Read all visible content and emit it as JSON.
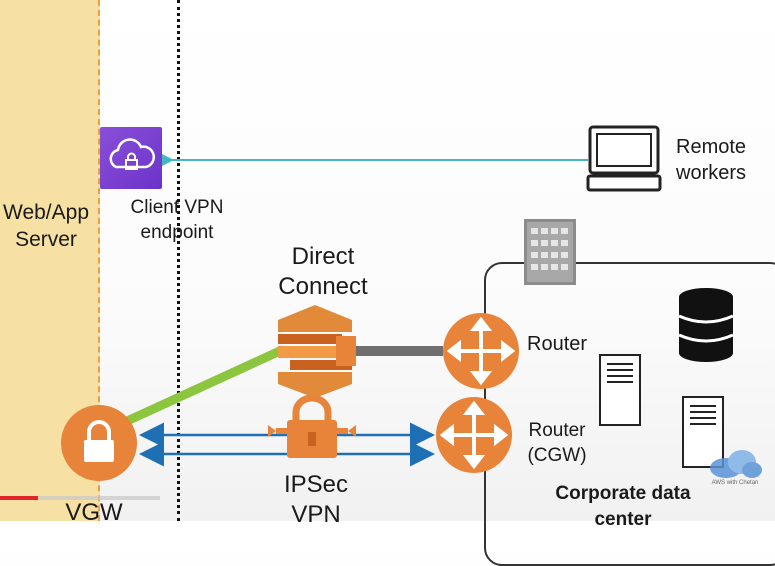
{
  "labels": {
    "web_app_server": [
      "Web/App",
      "Server"
    ],
    "client_vpn": [
      "Client VPN",
      "endpoint"
    ],
    "remote_workers": [
      "Remote",
      "workers"
    ],
    "direct_connect": [
      "Direct",
      "Connect"
    ],
    "router_top": "Router",
    "router_cgw": [
      "Router",
      "(CGW)"
    ],
    "ipsec_vpn": [
      "IPSec",
      "VPN"
    ],
    "vgw": "VGW",
    "corporate_dc": [
      "Corporate data",
      "center"
    ]
  },
  "watermark": "AWS with Chetan",
  "colors": {
    "vpc_zone": "#f6e0a4",
    "client_vpn_icon": "#7b3fd0",
    "aws_orange": "#e8833a",
    "line_teal": "#45b7c2",
    "line_green": "#8cc63f",
    "line_blue": "#1f6fb4",
    "line_gray": "#6f6f6f"
  },
  "icons": [
    "lock-icon",
    "cloud-lock-icon",
    "laptop-icon",
    "router-icon",
    "direct-connect-icon",
    "database-icon",
    "server-icon",
    "building-icon"
  ],
  "video_progress": 0.24
}
